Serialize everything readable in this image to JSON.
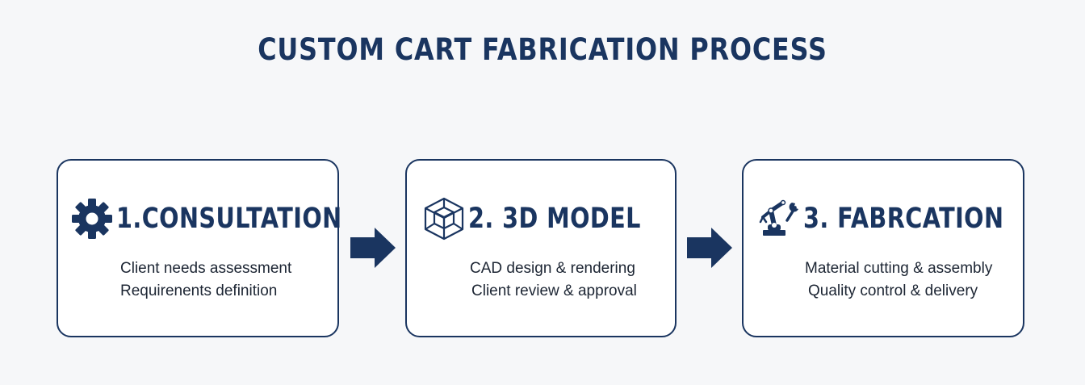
{
  "title": "CUSTOM CART FABRICATION PROCESS",
  "colors": {
    "primary": "#1a3560",
    "background": "#f6f7f9",
    "card": "#ffffff",
    "text": "#1c2533"
  },
  "steps": [
    {
      "title": "1.CONSULTATION",
      "icon": "gear-icon",
      "lines": [
        "Client needs assessment",
        "Requirenents definition"
      ]
    },
    {
      "title": "2. 3D MODEL",
      "icon": "cube-wireframe-icon",
      "lines": [
        "CAD design & rendering",
        "Client review & approval"
      ]
    },
    {
      "title": "3. FABRCATION",
      "icon": "robotic-arm-icon",
      "lines": [
        "Material cutting & assembly",
        "Quality control & delivery"
      ]
    }
  ],
  "connectors": [
    "right-arrow-icon",
    "right-arrow-icon"
  ]
}
